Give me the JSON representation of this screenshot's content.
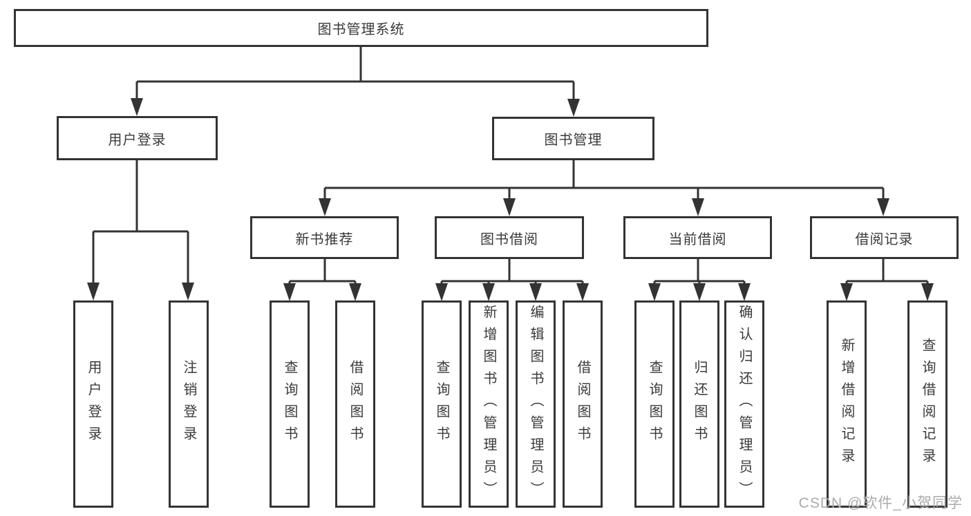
{
  "tree": {
    "root": {
      "label": "图书管理系统"
    },
    "children": [
      {
        "label": "用户登录",
        "children": [
          {
            "label": "用户登录"
          },
          {
            "label": "注销登录"
          }
        ]
      },
      {
        "label": "图书管理",
        "children": [
          {
            "label": "新书推荐",
            "children": [
              {
                "label": "查询图书"
              },
              {
                "label": "借阅图书"
              }
            ]
          },
          {
            "label": "图书借阅",
            "children": [
              {
                "label": "查询图书"
              },
              {
                "label": "新增图书（管理员）"
              },
              {
                "label": "编辑图书（管理员）"
              },
              {
                "label": "借阅图书"
              }
            ]
          },
          {
            "label": "当前借阅",
            "children": [
              {
                "label": "查询图书"
              },
              {
                "label": "归还图书"
              },
              {
                "label": "确认归还（管理员）"
              }
            ]
          },
          {
            "label": "借阅记录",
            "children": [
              {
                "label": "新增借阅记录"
              },
              {
                "label": "查询借阅记录"
              }
            ]
          }
        ]
      }
    ]
  },
  "watermark": "CSDN @软件_小贺同学",
  "colors": {
    "line": "#333333",
    "text": "#3a3a3a",
    "background": "#ffffff",
    "watermark": "#ababab"
  }
}
